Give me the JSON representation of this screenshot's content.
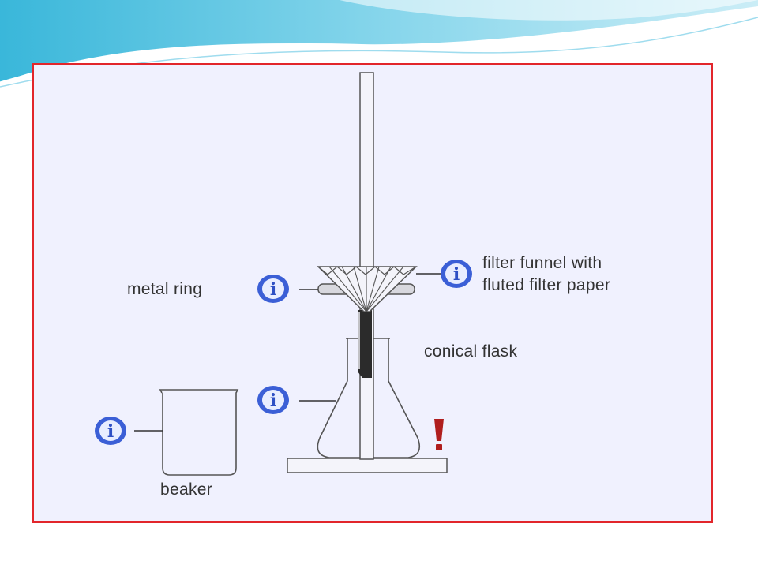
{
  "labels": {
    "metal_ring": "metal ring",
    "filter_funnel_line1": "filter funnel with",
    "filter_funnel_line2": "fluted filter paper",
    "conical_flask": "conical flask",
    "beaker": "beaker"
  },
  "icons": {
    "info": "info-icon",
    "warning": "warning-icon",
    "info_glyph": "i",
    "warning_glyph": "!"
  },
  "colors": {
    "frame_border": "#e2262b",
    "frame_background": "#f0f1fe",
    "info_button": "#3b5fd6",
    "warning": "#b01e1e",
    "swoosh": "#5cc6e0"
  }
}
